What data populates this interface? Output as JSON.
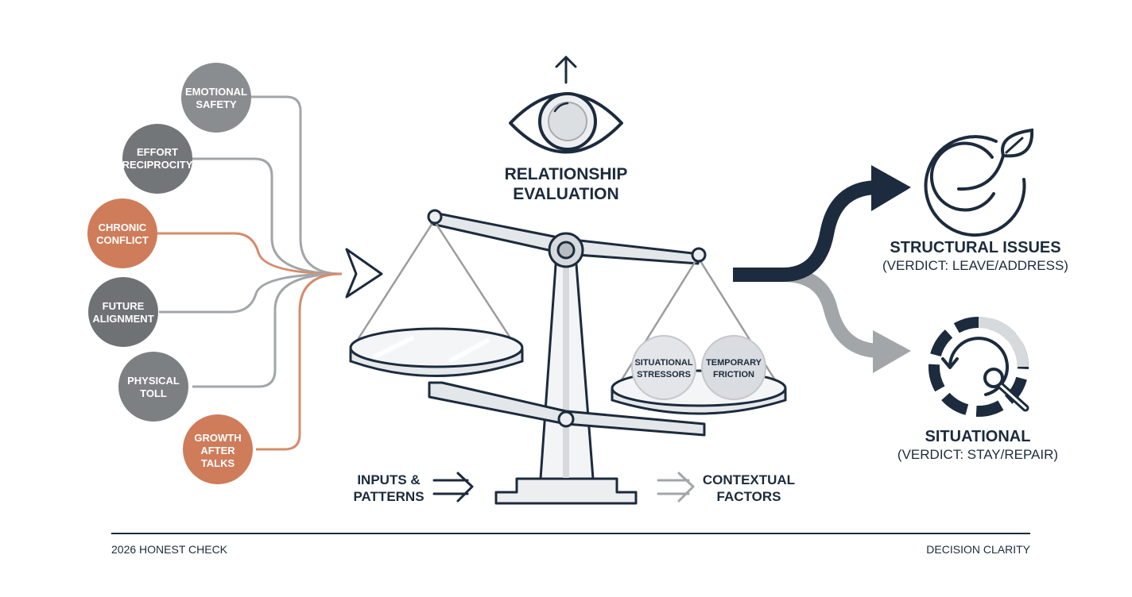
{
  "title": {
    "line1": "RELATIONSHIP",
    "line2": "EVALUATION"
  },
  "inputs": [
    {
      "line1": "EMOTIONAL",
      "line2": "SAFETY",
      "line3": "",
      "color": "#8a8d90"
    },
    {
      "line1": "EFFORT",
      "line2": "RECIPROCITY",
      "line3": "",
      "color": "#737679"
    },
    {
      "line1": "CHRONIC",
      "line2": "CONFLICT",
      "line3": "",
      "color": "#cf7c5a"
    },
    {
      "line1": "FUTURE",
      "line2": "ALIGNMENT",
      "line3": "",
      "color": "#6f7275"
    },
    {
      "line1": "PHYSICAL",
      "line2": "TOLL",
      "line3": "",
      "color": "#7d8083"
    },
    {
      "line1": "GROWTH",
      "line2": "AFTER",
      "line3": "TALKS",
      "color": "#cf7c5a"
    }
  ],
  "pan_items": [
    {
      "line1": "SITUATIONAL",
      "line2": "STRESSORS"
    },
    {
      "line1": "TEMPORARY",
      "line2": "FRICTION"
    }
  ],
  "legend": {
    "inputs": {
      "line1": "INPUTS &",
      "line2": "PATTERNS"
    },
    "context": {
      "line1": "CONTEXTUAL",
      "line2": "FACTORS"
    }
  },
  "outcomes": {
    "structural": {
      "title": "STRUCTURAL ISSUES",
      "verdict": "(VERDICT: LEAVE/ADDRESS)"
    },
    "situational": {
      "title": "SITUATIONAL",
      "verdict": "(VERDICT: STAY/REPAIR)"
    }
  },
  "footer": {
    "left": "2026 HONEST CHECK",
    "right": "DECISION CLARITY"
  },
  "colors": {
    "navy": "#1c2b3d",
    "orange": "#cf7c5a",
    "gray": "#9a9da0",
    "light_gray": "#c9cccf"
  },
  "icons": [
    "up-arrow-icon",
    "eye-icon",
    "scale-icon",
    "leaf-circle-icon",
    "wrench-cycle-icon",
    "arrow-right-icon"
  ]
}
